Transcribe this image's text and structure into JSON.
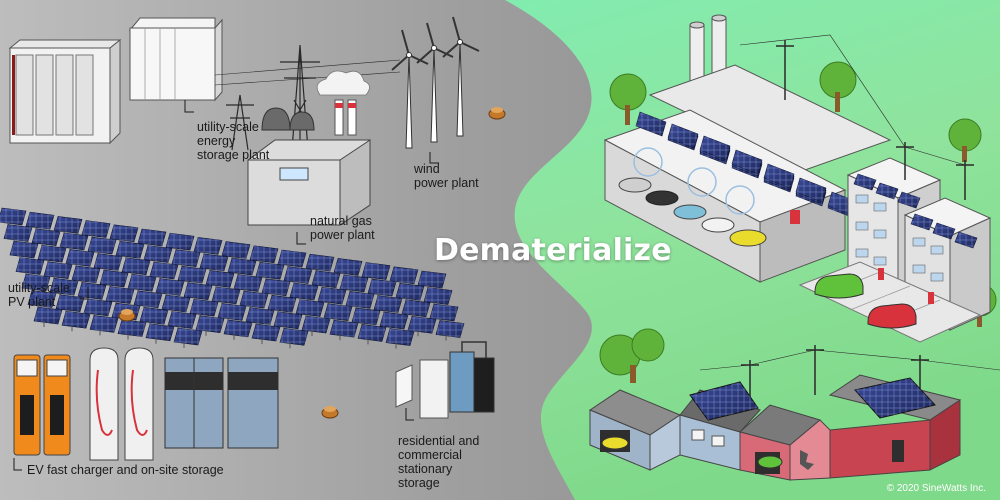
{
  "headline": "Dematerialize",
  "copyright": "© 2020 SineWatts Inc.",
  "labels": {
    "storage_plant": [
      "utility-scale",
      "energy",
      "storage plant"
    ],
    "gas_plant": [
      "natural gas",
      "power plant"
    ],
    "wind_plant": [
      "wind",
      "power plant"
    ],
    "pv_plant": [
      "utility-scale",
      "PV plant"
    ],
    "ev_charger": [
      "EV fast charger and on-site storage"
    ],
    "residential_storage": [
      "residential and",
      "commercial",
      "stationary",
      "storage"
    ]
  },
  "colors": {
    "left_background": "#9a9a9a",
    "right_background": "#7ee8a6",
    "solar_panel": "#27336e",
    "charger_orange": "#f08a1c",
    "tree_green": "#5fb33a",
    "car_red": "#d8323c",
    "car_yellow": "#e9dc2c",
    "car_green": "#5fc23a"
  }
}
